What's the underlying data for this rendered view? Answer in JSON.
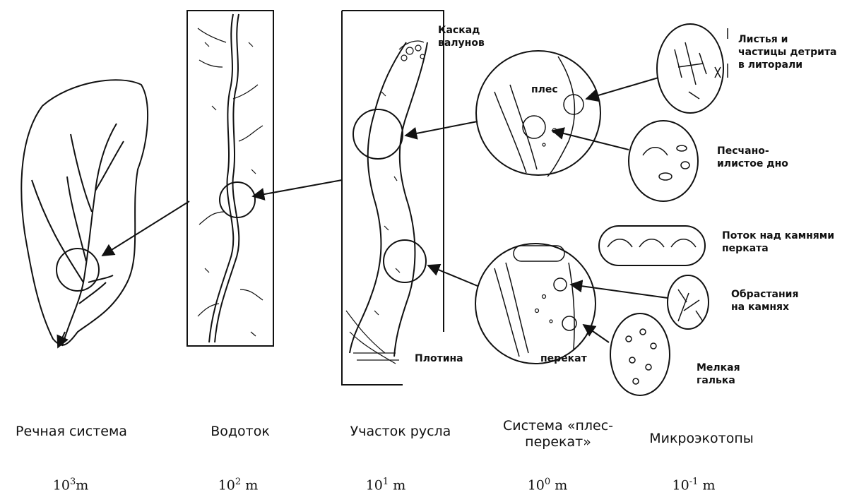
{
  "levels": [
    {
      "name": "Речная система",
      "scale_base": "10",
      "scale_exp": "3",
      "scale_unit": "m"
    },
    {
      "name": "Водоток",
      "scale_base": "10",
      "scale_exp": "2",
      "scale_unit": "m"
    },
    {
      "name": "Участок русла",
      "scale_base": "10",
      "scale_exp": "1",
      "scale_unit": "m"
    },
    {
      "name": "Система «плес-\nперекат»",
      "scale_base": "10",
      "scale_exp": "0",
      "scale_unit": "m"
    },
    {
      "name": "Микроэкотопы",
      "scale_base": "10",
      "scale_exp": "-1",
      "scale_unit": "m"
    }
  ],
  "labels": {
    "boulder_cascade": "Каскад\nвалунов",
    "dam": "Плотина",
    "pool": "плес",
    "riffle": "перекат",
    "leaves_detritus": "Листья и\nчастицы детрита\n в литорали",
    "sandy_silty_bottom": "Песчано-\nилистое дно",
    "flow_over_stones": "Поток над камнями\nперката",
    "fouling_on_stones": "Обрастания\nна камнях",
    "fine_gravel": "Мелкая\nгалька"
  }
}
